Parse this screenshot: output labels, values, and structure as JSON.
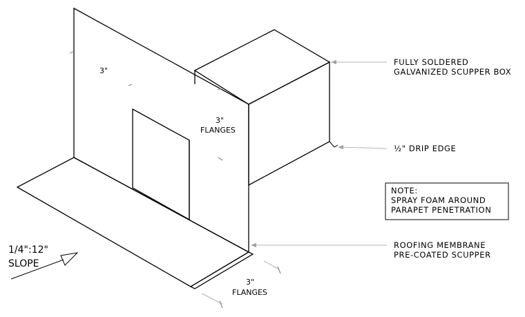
{
  "labels": {
    "scupper_box_line1": "FULLY SOLDERED",
    "scupper_box_line2": "GALVANIZED SCUPPER BOX",
    "drip_edge": "½\" DRIP EDGE",
    "note_title": "NOTE:",
    "note_line1": "SPRAY FOAM AROUND",
    "note_line2": "PARAPET PENETRATION",
    "membrane_line1": "ROOFING MEMBRANE",
    "membrane_line2": "PRE-COATED SCUPPER",
    "slope_value": "1/4\":12\"",
    "slope_word": "SLOPE"
  },
  "dimensions": {
    "wall_height": "3\"",
    "flanges_upper_value": "3\"",
    "flanges_upper_word": "FLANGES",
    "flanges_lower_value": "3\"",
    "flanges_lower_word": "FLANGES"
  },
  "colors": {
    "line": "#000000",
    "leader": "#b5b5b5",
    "background": "#ffffff"
  }
}
